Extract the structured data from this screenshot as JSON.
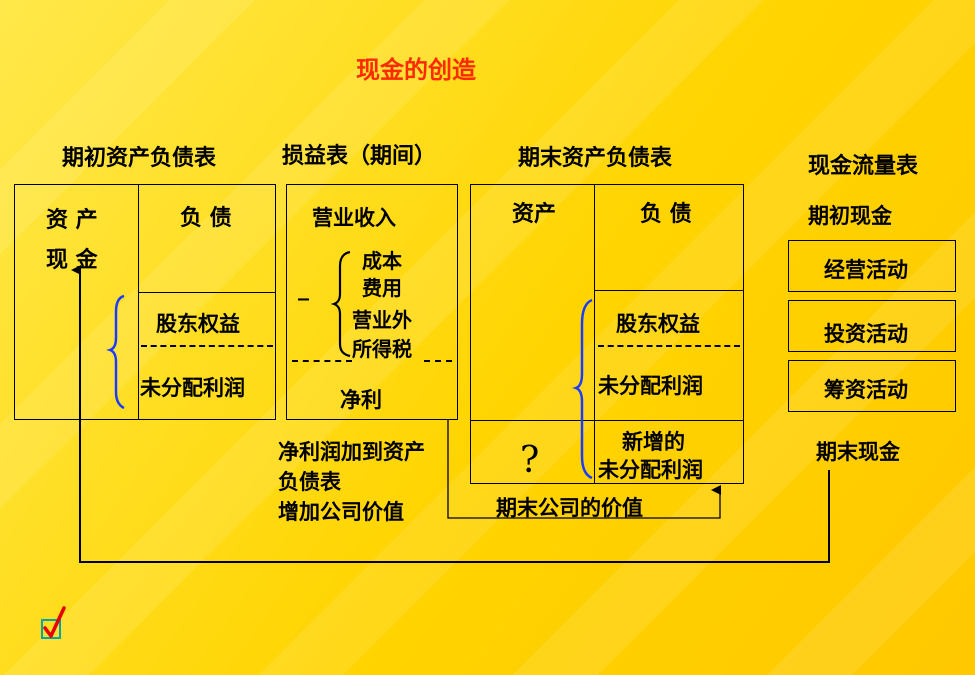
{
  "title": "现金的创造",
  "opening_bs": {
    "header": "期初资产负债表",
    "assets": "资 产",
    "cash": "现 金",
    "liabilities": "负 债",
    "equity": "股东权益",
    "retained": "未分配利润"
  },
  "income": {
    "header": "损益表（期间）",
    "revenue": "营业收入",
    "minus": "_",
    "items": [
      "成本",
      "费用",
      "营业外",
      "所得税"
    ],
    "net": "净利"
  },
  "closing_bs": {
    "header": "期末资产负债表",
    "assets": "资产",
    "liabilities": "负 债",
    "equity": "股东权益",
    "retained": "未分配利润",
    "question": "?",
    "new_line1": "新增的",
    "new_line2": "未分配利润"
  },
  "notes": {
    "line1": "净利润加到资产",
    "line2": "负债表",
    "line3": "增加公司价值",
    "end_value": "期末公司的价值"
  },
  "cashflow": {
    "header": "现金流量表",
    "opening": "期初现金",
    "operating": "经营活动",
    "investing": "投资活动",
    "financing": "筹资活动",
    "ending": "期末现金"
  },
  "colors": {
    "title": "#ff2a00",
    "brace": "#1a3cff",
    "check_mark": "#e60000",
    "check_box": "#00a6a6"
  },
  "icons": {
    "check": "checkmark-icon"
  }
}
